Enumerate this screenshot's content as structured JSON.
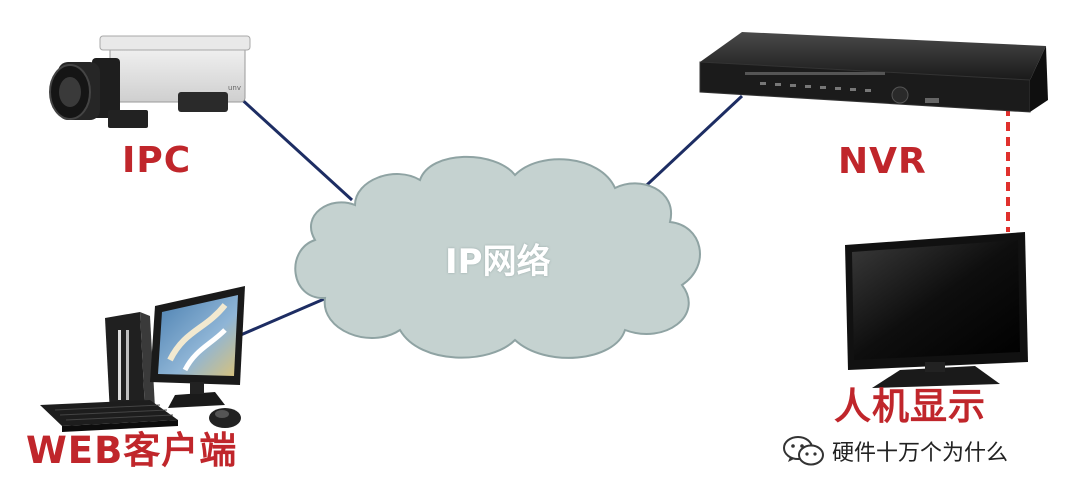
{
  "colors": {
    "accent_red": "#c0262b",
    "link_navy": "#1d2d63",
    "cloud_fill": "#c5d2d0",
    "cloud_stroke": "#8fa3a3",
    "dashed_link": "#e0302c"
  },
  "nodes": {
    "ipc": {
      "label": "IPC",
      "icon": "ip-camera-icon"
    },
    "nvr": {
      "label": "NVR",
      "icon": "nvr-recorder-icon"
    },
    "display": {
      "label": "人机显示",
      "icon": "monitor-icon"
    },
    "web_client": {
      "label": "WEB客户端",
      "icon": "desktop-pc-icon"
    },
    "network": {
      "label": "IP网络",
      "icon": "cloud-icon"
    }
  },
  "watermark": {
    "text": "硬件十万个为什么",
    "icon": "wechat-icon"
  }
}
